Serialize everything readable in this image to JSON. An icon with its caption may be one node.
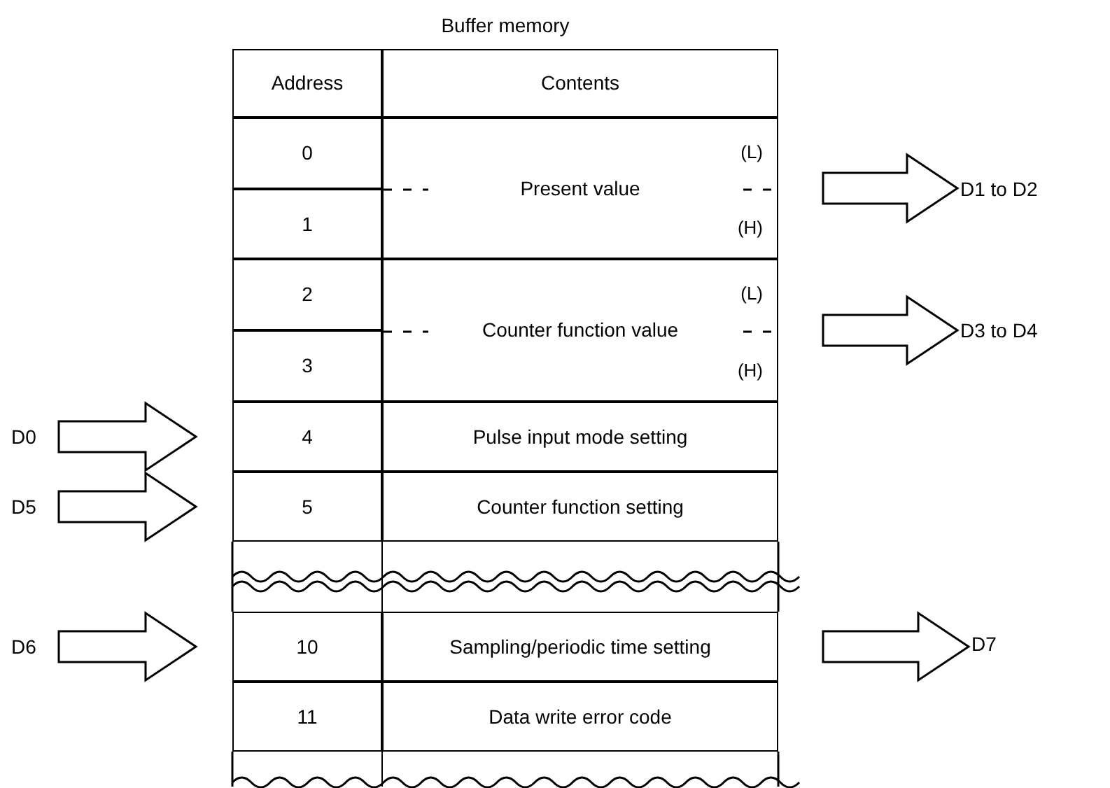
{
  "diagram": {
    "title": "Buffer memory",
    "nodes": [
      {
        "text": [
          "Address"
        ]
      },
      {
        "text": [
          "Contents"
        ]
      },
      {
        "text": [
          "0"
        ]
      },
      {
        "text": [
          "1"
        ]
      },
      {
        "text": [
          "Present value",
          "(L)",
          "(H)"
        ]
      },
      {
        "text": [
          "D1 to D2"
        ]
      },
      {
        "text": [
          "2"
        ]
      },
      {
        "text": [
          "3"
        ]
      },
      {
        "text": [
          "Counter function  value",
          "(L)",
          "(H)"
        ]
      },
      {
        "text": [
          "D3 to D4"
        ]
      },
      {
        "text": [
          "D0"
        ]
      },
      {
        "text": [
          "4"
        ]
      },
      {
        "text": [
          "Pulse input mode setting"
        ]
      },
      {
        "text": [
          "D5"
        ]
      },
      {
        "text": [
          "5"
        ]
      },
      {
        "text": [
          "Counter function setting"
        ]
      },
      {
        "text": [
          "D6"
        ]
      },
      {
        "text": [
          "10"
        ]
      },
      {
        "text": [
          "Sampling/periodic time setting"
        ]
      },
      {
        "text": [
          "D7"
        ]
      },
      {
        "text": [
          "11"
        ]
      },
      {
        "text": [
          "Data write error code"
        ]
      }
    ],
    "edges": [
      {
        "from": 4,
        "to": 5,
        "arrow": "to"
      },
      {
        "from": 8,
        "to": 9,
        "arrow": "to"
      },
      {
        "from": 10,
        "to": 11,
        "arrow": "to"
      },
      {
        "from": 13,
        "to": 14,
        "arrow": "to"
      },
      {
        "from": 16,
        "to": 17,
        "arrow": "to"
      },
      {
        "from": 18,
        "to": 19,
        "arrow": "to"
      }
    ]
  }
}
